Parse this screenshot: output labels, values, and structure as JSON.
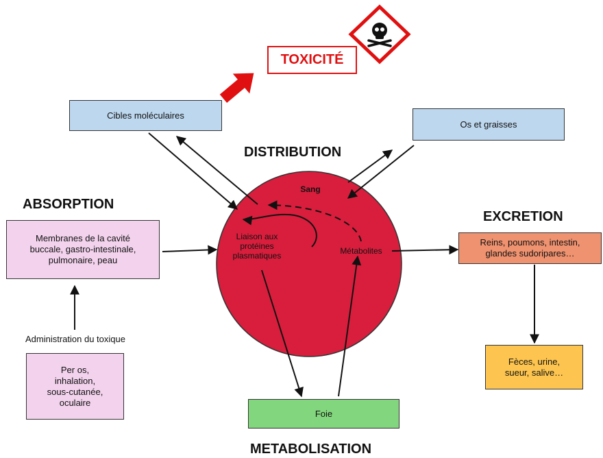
{
  "headings": {
    "distribution": "DISTRIBUTION",
    "absorption": "ABSORPTION",
    "excretion": "EXCRETION",
    "metabolisation": "METABOLISATION"
  },
  "toxicite": "TOXICITÉ",
  "hazard_symbol": "skull-crossbones-icon",
  "boxes": {
    "cibles": "Cibles moléculaires",
    "os": "Os et graisses",
    "membranes": "Membranes de la cavité\nbuccale, gastro-intestinale,\npulmonaire, peau",
    "reins": "Reins, poumons, intestin,\nglandes sudoripares…",
    "feces": "Fèces, urine,\nsueur, salive…",
    "peros": "Per os,\ninhalation,\nsous-cutanée,\noculaire",
    "foie": "Foie"
  },
  "circle": {
    "sang": "Sang",
    "liaison": "Liaison aux\nprotéines\nplasmatiques",
    "metabolites": "Métabolites"
  },
  "administration": "Administration du toxique",
  "colors": {
    "blood": "#d81e3c",
    "blue_box": "#bdd7ee",
    "pink_box": "#f2d2ec",
    "orange_box": "#ef9270",
    "yellow_box": "#fdc54f",
    "green_box": "#82d67d",
    "toxic_red": "#e01010"
  }
}
